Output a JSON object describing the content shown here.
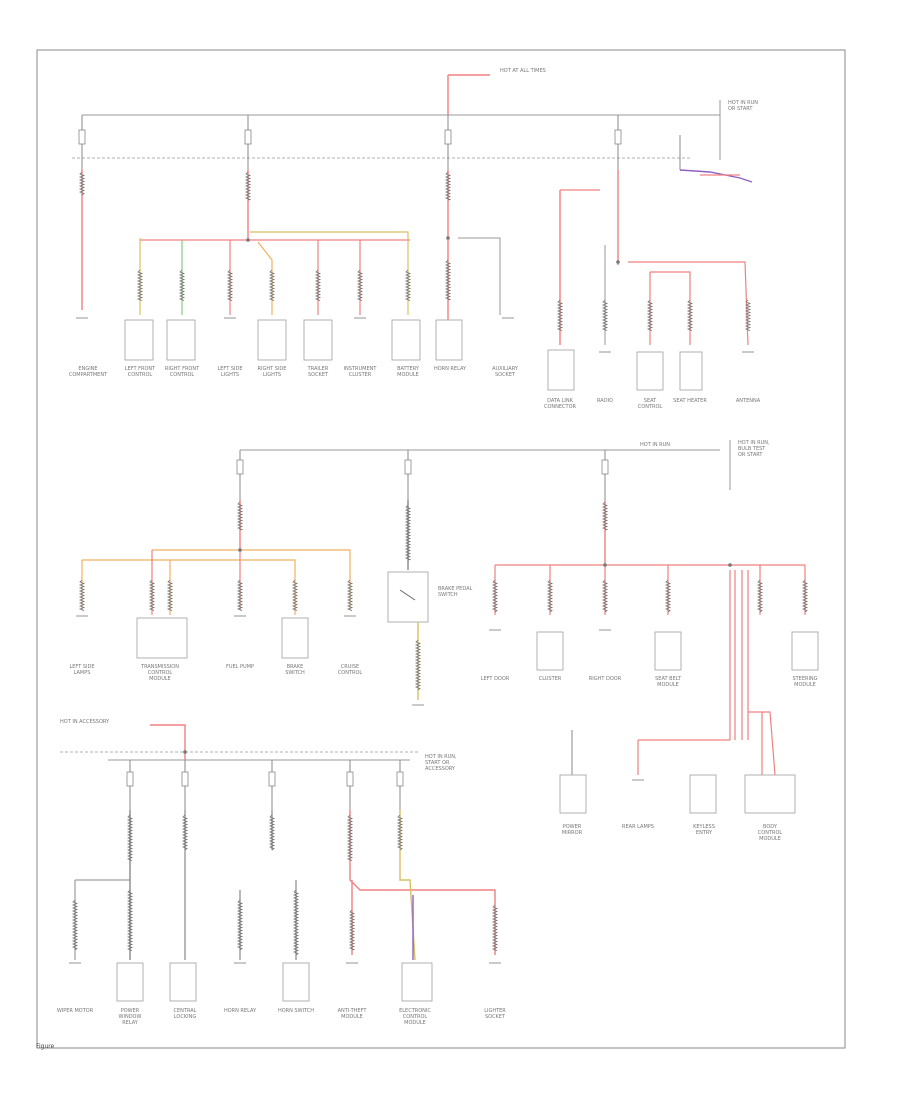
{
  "figure_label": "Figure",
  "colors": {
    "frame": "#888888",
    "bus": "#999999",
    "red_wire": "#f08080",
    "orange_wire": "#f0b060",
    "green_wire": "#80d080",
    "yellow_wire": "#d8c060",
    "violet_wire": "#9060c0",
    "component": "#aaaaaa"
  },
  "diagram": {
    "sections": [
      {
        "name": "top-section",
        "feed_label": "HOT AT ALL TIMES",
        "side_note": "HOT IN RUN OR START",
        "labels": [
          "ENGINE COMPARTMENT",
          "LEFT FRONT CONTROL",
          "RIGHT FRONT CONTROL",
          "LEFT SIDE LIGHTS",
          "RIGHT SIDE LIGHTS",
          "TRAILER SOCKET",
          "INSTRUMENT CLUSTER",
          "BATTERY MODULE",
          "HORN RELAY",
          "AUXILIARY SOCKET",
          "DATA LINK CONNECTOR",
          "RADIO",
          "SEAT CONTROL",
          "SEAT HEATER",
          "ANTENNA"
        ]
      },
      {
        "name": "middle-section",
        "feed_label": "HOT IN RUN",
        "side_note": "HOT IN RUN, BULB TEST OR START",
        "labels": [
          "LEFT SIDE LAMPS",
          "TRANSMISSION CONTROL MODULE",
          "FUEL PUMP",
          "BRAKE SWITCH",
          "CRUISE CONTROL",
          "BRAKE PEDAL SWITCH",
          "LEFT DOOR",
          "CLUSTER",
          "RIGHT DOOR",
          "SEAT BELT MODULE",
          "STEERING MODULE",
          "POWER MIRROR",
          "REAR LAMPS",
          "KEYLESS ENTRY",
          "BODY CONTROL MODULE"
        ]
      },
      {
        "name": "bottom-section",
        "feed_label": "HOT IN ACCESSORY",
        "side_note": "HOT IN RUN, START OR ACCESSORY",
        "labels": [
          "WIPER MOTOR",
          "POWER WINDOW RELAY",
          "CENTRAL LOCKING",
          "HORN RELAY",
          "HORN SWITCH",
          "ANTI-THEFT MODULE",
          "ELECTRONIC CONTROL MODULE",
          "LIGHTER SOCKET"
        ]
      }
    ]
  }
}
